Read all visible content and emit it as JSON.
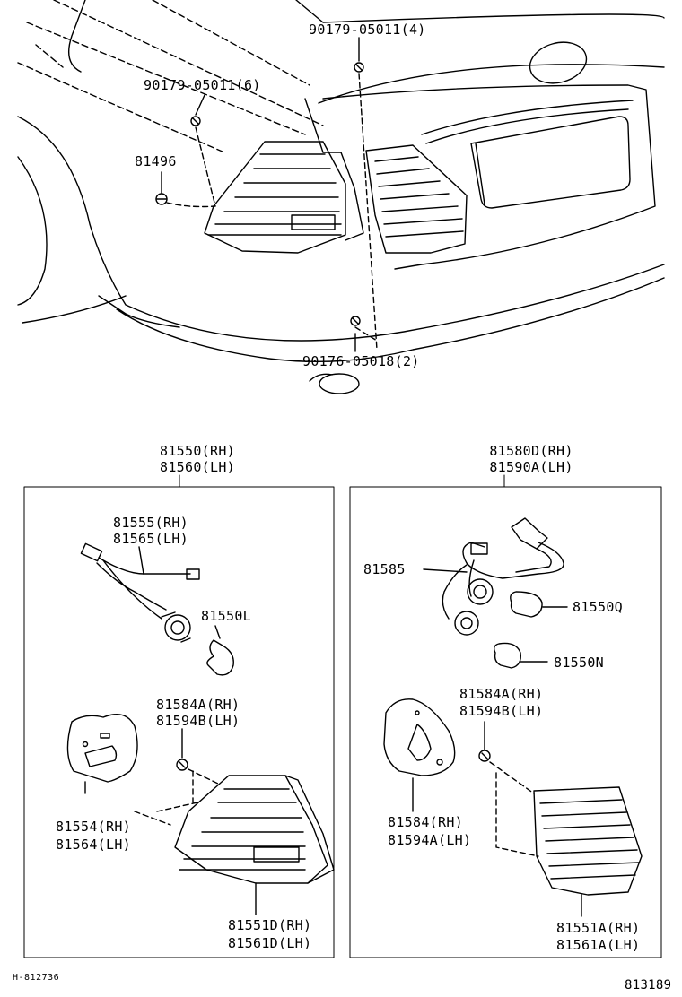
{
  "top_view": {
    "labels": {
      "bolt_upper_right": "90179-05011(4)",
      "bolt_upper_left": "90179-05011(6)",
      "grommet": "81496",
      "bolt_lower": "90176-05018(2)"
    }
  },
  "left_assembly": {
    "title_rh": "81550(RH)",
    "title_lh": "81560(LH)",
    "socket_rh": "81555(RH)",
    "socket_lh": "81565(LH)",
    "bulb": "81550L",
    "nut_rh": "81584A(RH)",
    "nut_lh": "81594B(LH)",
    "gasket_rh": "81554(RH)",
    "gasket_lh": "81564(LH)",
    "lens_rh": "81551D(RH)",
    "lens_lh": "81561D(LH)"
  },
  "right_assembly": {
    "title_rh": "81580D(RH)",
    "title_lh": "81590A(LH)",
    "socket": "81585",
    "bulb_upper": "81550Q",
    "bulb_lower": "81550N",
    "nut_rh": "81584A(RH)",
    "nut_lh": "81594B(LH)",
    "gasket_rh": "81584(RH)",
    "gasket_lh": "81594A(LH)",
    "lens_rh": "81551A(RH)",
    "lens_lh": "81561A(LH)"
  },
  "footer": {
    "left_code": "H-812736",
    "right_code": "813189"
  }
}
